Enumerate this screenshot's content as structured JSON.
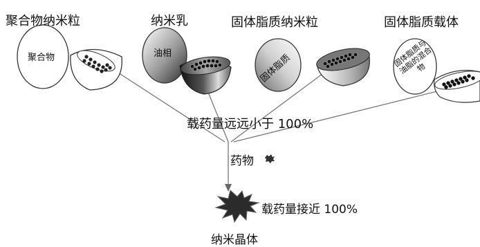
{
  "carriers": {
    "polymer": {
      "title": "聚合物纳米粒",
      "inner": "聚合物"
    },
    "emulsion": {
      "title": "纳米乳",
      "inner": "油相"
    },
    "sln": {
      "title": "固体脂质纳米粒",
      "inner": "固体脂质"
    },
    "nlc": {
      "title": "固体脂质载体",
      "inner": [
        "固体脂质与",
        "油脂的混合",
        "物"
      ]
    }
  },
  "loading_low": "载药量远远小于 100%",
  "drug": "药物",
  "loading_high": "载药量接近 100%",
  "nanocrystal": "纳米晶体"
}
